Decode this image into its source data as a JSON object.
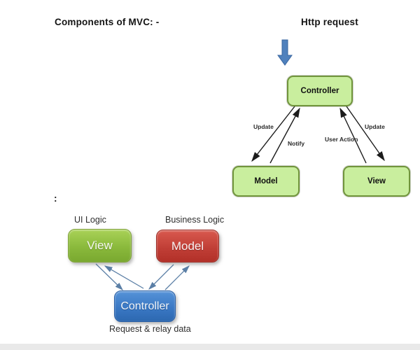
{
  "header": {
    "title": "Components of MVC: -",
    "colon": ":"
  },
  "flow_diagram": {
    "heading": "Http request",
    "nodes": {
      "controller": "Controller",
      "model": "Model",
      "view": "View"
    },
    "edges": {
      "update_left": "Update",
      "notify": "Notify",
      "user_action": "User Action",
      "update_right": "Update"
    },
    "colors": {
      "node_fill": "#c9ee9e",
      "node_border": "#71953c",
      "arrow": "#1c1c1c",
      "http_arrow_fill": "#4f81bd"
    }
  },
  "logic_diagram": {
    "captions": {
      "view": "UI Logic",
      "model": "Business Logic",
      "controller": "Request & relay data"
    },
    "nodes": {
      "view": "View",
      "model": "Model",
      "controller": "Controller"
    },
    "colors": {
      "view_fill": "#8cbb41",
      "model_fill": "#c4453c",
      "controller_fill": "#3d7cc9",
      "arrow": "#5b7fa6"
    }
  }
}
